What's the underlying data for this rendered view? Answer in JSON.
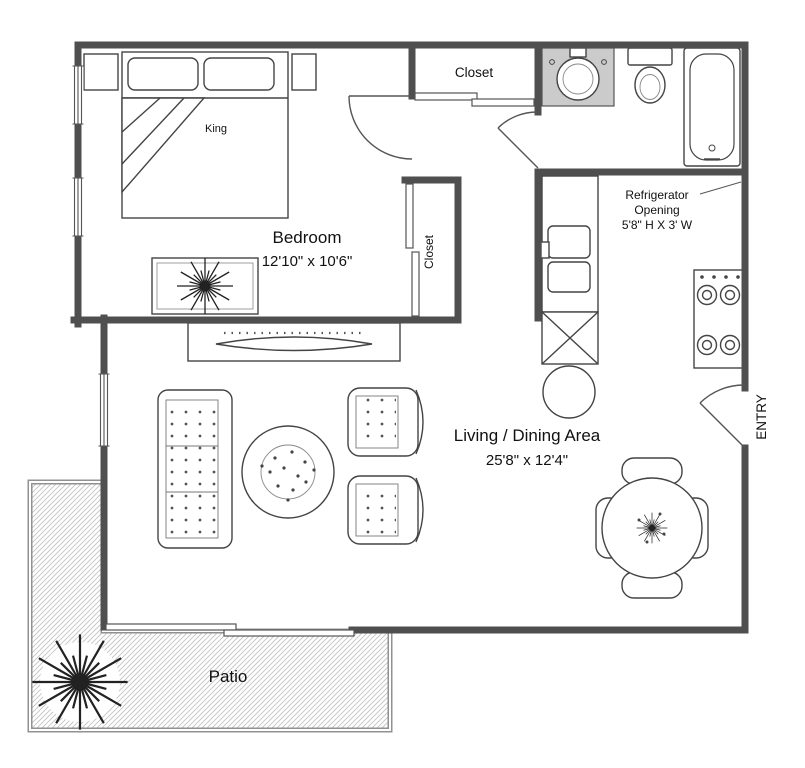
{
  "labels": {
    "bedroom_name": "Bedroom",
    "bedroom_dims": "12'10\" x 10'6\"",
    "living_name": "Living / Dining Area",
    "living_dims": "25'8\" x 12'4\"",
    "patio": "Patio",
    "closet_top": "Closet",
    "closet_side": "Closet",
    "entry": "ENTRY",
    "king": "King",
    "fridge_line1": "Refrigerator",
    "fridge_line2": "Opening",
    "fridge_line3": "5'8\" H X 3' W"
  },
  "colors": {
    "wall": "#4f4f4f",
    "vanity_counter": "#cbcbcb",
    "patio_hatch": "#c2c2c2",
    "text": "#111111"
  }
}
